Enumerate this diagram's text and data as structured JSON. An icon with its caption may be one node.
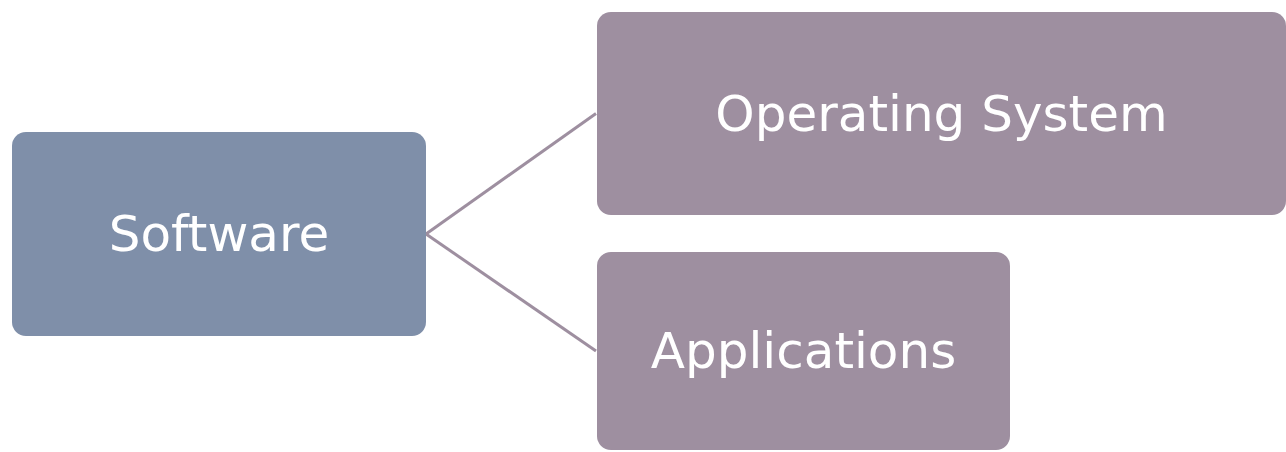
{
  "diagram": {
    "nodes": [
      {
        "text": [
          "Software"
        ]
      },
      {
        "text": [
          "Operating System"
        ]
      },
      {
        "text": [
          "Applications"
        ]
      }
    ],
    "edges": [
      {
        "from": 0,
        "to": 1,
        "arrow": "none"
      },
      {
        "from": 0,
        "to": 2,
        "arrow": "none"
      }
    ]
  }
}
